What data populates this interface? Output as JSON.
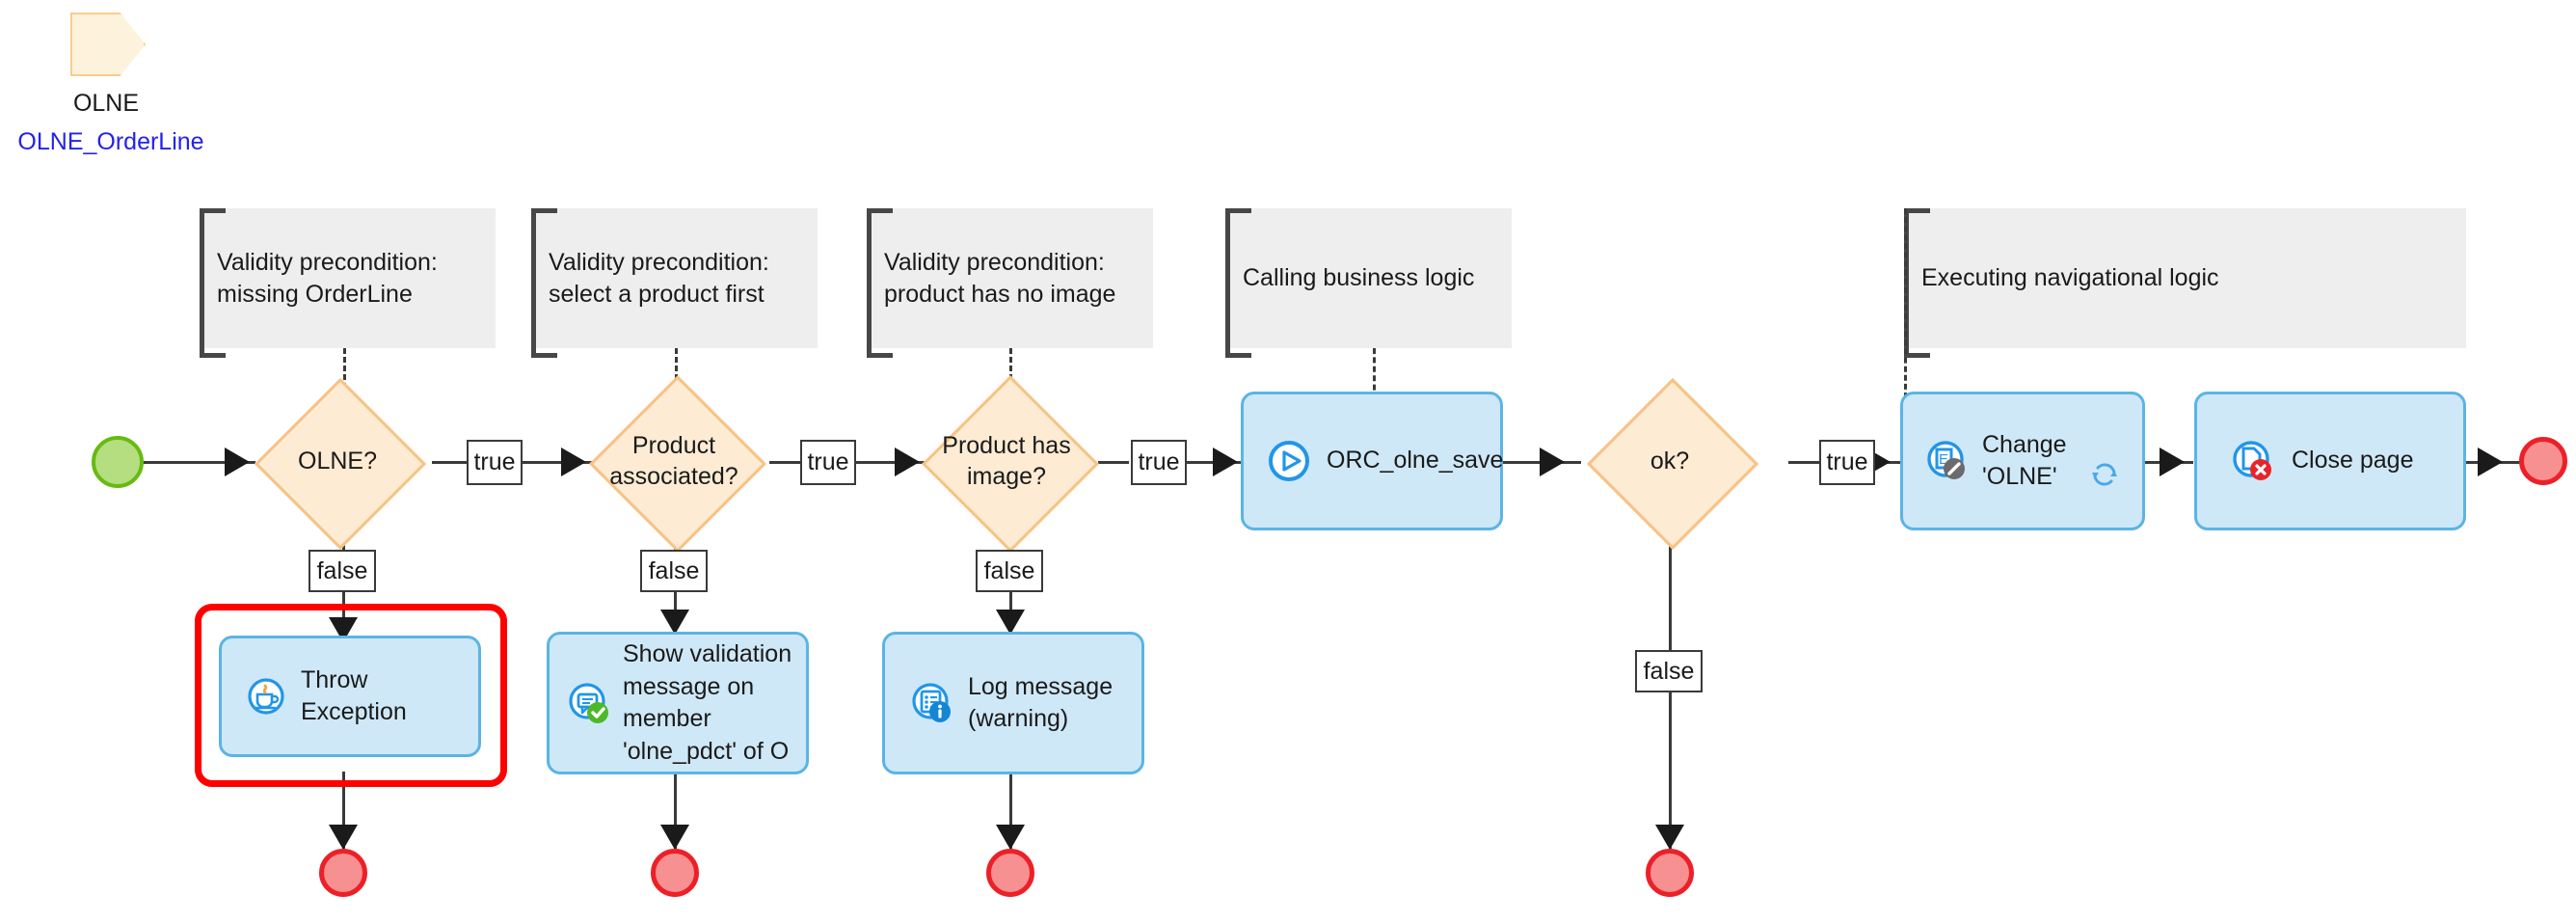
{
  "entity": {
    "code": "OLNE",
    "full_name": "OLNE_OrderLine",
    "shape_icon": "entity-arrow-shape"
  },
  "annotations": [
    {
      "id": "a1",
      "text": "Validity precondition:\nmissing OrderLine"
    },
    {
      "id": "a2",
      "text": "Validity precondition:\nselect a product first"
    },
    {
      "id": "a3",
      "text": "Validity precondition:\nproduct has no image"
    },
    {
      "id": "a4",
      "text": "Calling business logic"
    },
    {
      "id": "a5",
      "text": "Executing navigational logic"
    }
  ],
  "nodes": {
    "start": {
      "name": "start-event",
      "label": ""
    },
    "d1": {
      "label": "OLNE?"
    },
    "d2": {
      "label": "Product\nassociated?"
    },
    "d3": {
      "label": "Product has\nimage?"
    },
    "d4": {
      "label": "ok?"
    },
    "t_save": {
      "label": "ORC_olne_save",
      "icon": "play-circle-icon"
    },
    "t_change": {
      "label": "Change 'OLNE'",
      "icon": "edit-entity-icon",
      "badge": "refresh-icon"
    },
    "t_close": {
      "label": "Close page",
      "icon": "close-page-icon"
    },
    "t_throw": {
      "label": "Throw Exception",
      "icon": "coffee-exception-icon",
      "selected": true
    },
    "t_validation": {
      "label": "Show validation\nmessage on\nmember\n'olne_pdct' of O",
      "icon": "validation-message-icon"
    },
    "t_log": {
      "label": "Log message\n(warning)",
      "icon": "log-info-icon"
    }
  },
  "edge_labels": {
    "true_1": "true",
    "true_2": "true",
    "true_3": "true",
    "true_4": "true",
    "false_1": "false",
    "false_2": "false",
    "false_3": "false",
    "false_4": "false"
  },
  "end_nodes": [
    {
      "id": "e1",
      "name": "end-event-throw"
    },
    {
      "id": "e2",
      "name": "end-event-validation"
    },
    {
      "id": "e3",
      "name": "end-event-log"
    },
    {
      "id": "e4",
      "name": "end-event-not-ok"
    },
    {
      "id": "e5",
      "name": "end-event-final"
    }
  ],
  "colors": {
    "decision_fill": "#fdebd3",
    "decision_stroke": "#f6c384",
    "task_fill": "#cfe8f7",
    "task_stroke": "#5bb4e5",
    "annotation_fill": "#eeeeee",
    "start_fill": "#b4de7f",
    "start_stroke": "#66bb12",
    "end_fill": "#f79090",
    "end_stroke": "#ec2028",
    "selection": "#ff0000",
    "entity_link_text": "#2222ee"
  }
}
